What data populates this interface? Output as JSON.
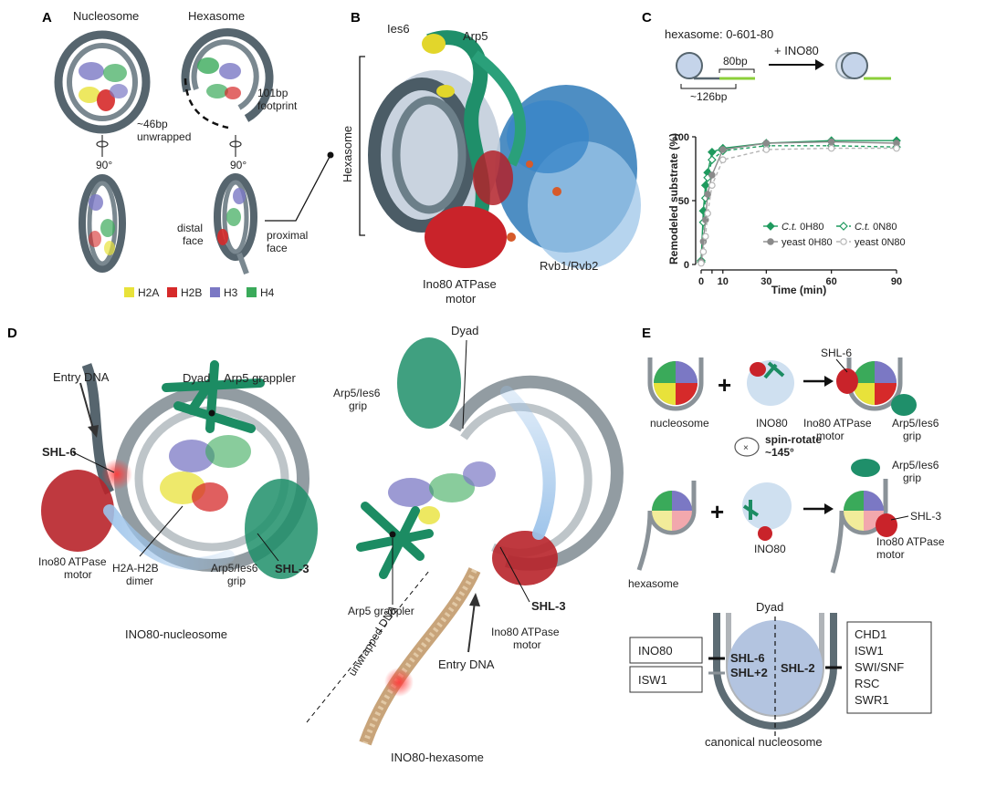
{
  "panels": {
    "A": "A",
    "B": "B",
    "C": "C",
    "D": "D",
    "E": "E"
  },
  "panel_a": {
    "nucleosome": "Nucleosome",
    "hexasome": "Hexasome",
    "rot_left": "90°",
    "rot_right": "90°",
    "unwrapped": [
      "~46bp",
      "unwrapped"
    ],
    "footprint": [
      "101bp",
      "footprint"
    ],
    "distal": [
      "distal",
      "face"
    ],
    "proximal": [
      "proximal",
      "face"
    ],
    "legend": [
      {
        "label": "H2A",
        "color": "#e8e23a"
      },
      {
        "label": "H2B",
        "color": "#d62a2a"
      },
      {
        "label": "H3",
        "color": "#7b78c4"
      },
      {
        "label": "H4",
        "color": "#3aaa5a"
      }
    ]
  },
  "panel_b": {
    "ies6": "Ies6",
    "arp5": "Arp5",
    "hexasome": "Hexasome",
    "motor": [
      "Ino80 ATPase",
      "motor"
    ],
    "rvb": "Rvb1/Rvb2"
  },
  "panel_c": {
    "title": "hexasome: 0-601-80",
    "bp80": "80bp",
    "bp126": "~126bp",
    "ino80": "+ INO80",
    "colors": {
      "ct": "#1f9a5e",
      "yeast": "#8a8a8a",
      "yeast_light": "#b4b4b4"
    }
  },
  "chart_data": {
    "type": "scatter",
    "xlabel": "Time (min)",
    "ylabel": "Remodeled substrate (%)",
    "xlim": [
      0,
      90
    ],
    "ylim": [
      0,
      100
    ],
    "xticks": [
      0,
      5,
      10,
      30,
      60,
      90
    ],
    "yticks": [
      0,
      50,
      100
    ],
    "legend_position": "bottom-right",
    "series": [
      {
        "name": "C.t. 0H80",
        "name_italic": "C.t.",
        "name_rest": " 0H80",
        "color": "#1f9a5e",
        "marker": "filled-diamond",
        "line": "solid",
        "x": [
          0,
          1,
          2,
          3,
          5,
          10,
          30,
          60,
          90
        ],
        "y": [
          3,
          42,
          62,
          72,
          88,
          91,
          95,
          97,
          97
        ]
      },
      {
        "name": "C.t. 0N80",
        "name_italic": "C.t.",
        "name_rest": " 0N80",
        "color": "#1f9a5e",
        "marker": "open-diamond",
        "line": "dashed",
        "x": [
          0,
          1,
          2,
          3,
          5,
          10,
          30,
          60,
          90
        ],
        "y": [
          2,
          33,
          52,
          68,
          82,
          89,
          93,
          93,
          92
        ]
      },
      {
        "name": "yeast 0H80",
        "name_italic": "",
        "name_rest": "yeast 0H80",
        "color": "#8a8a8a",
        "marker": "filled-circle",
        "line": "solid",
        "x": [
          0,
          1,
          2,
          3,
          5,
          10,
          30,
          60,
          90
        ],
        "y": [
          2,
          18,
          35,
          55,
          70,
          90,
          95,
          96,
          95
        ]
      },
      {
        "name": "yeast 0N80",
        "name_italic": "",
        "name_rest": "yeast 0N80",
        "color": "#b4b4b4",
        "marker": "open-circle",
        "line": "dashed",
        "x": [
          0,
          1,
          2,
          3,
          5,
          10,
          30,
          60,
          90
        ],
        "y": [
          1,
          10,
          22,
          40,
          62,
          82,
          90,
          91,
          91
        ]
      }
    ]
  },
  "panel_d": {
    "entry_dna": "Entry DNA",
    "dyad": "Dyad",
    "arp5_grappler": "Arp5 grappler",
    "shl6": "SHL-6",
    "motor": [
      "Ino80 ATPase",
      "motor"
    ],
    "h2a_h2b": [
      "H2A-H2B",
      "dimer"
    ],
    "grip": [
      "Arp5/Ies6",
      "grip"
    ],
    "shl3": "SHL-3",
    "caption_left": "INO80-nucleosome",
    "dyad2": "Dyad",
    "grip2": [
      "Arp5/Ies6",
      "grip"
    ],
    "arp5_grappler2": "Arp5 grappler",
    "shl3b": "SHL-3",
    "motor2": [
      "Ino80 ATPase",
      "motor"
    ],
    "unwrapped": "unwrapped DNA",
    "entry2": "Entry DNA",
    "caption_right": "INO80-hexasome"
  },
  "panel_e": {
    "nucleosome": "nucleosome",
    "ino80": "INO80",
    "shl6": "SHL-6",
    "motor": [
      "Ino80 ATPase",
      "motor"
    ],
    "grip": [
      "Arp5/Ies6",
      "grip"
    ],
    "spin": [
      "spin-rotate",
      "~145°"
    ],
    "hexasome": "hexasome",
    "ino80b": "INO80",
    "grip2": [
      "Arp5/Ies6",
      "grip"
    ],
    "shl3": "SHL-3",
    "motor2": [
      "Ino80 ATPase",
      "motor"
    ],
    "dyad": "Dyad",
    "left_boxes": [
      "INO80",
      "ISW1"
    ],
    "shl_left": [
      "SHL-6",
      "SHL+2"
    ],
    "shl_right": "SHL-2",
    "right_box": [
      "CHD1",
      "ISW1",
      "SWI/SNF",
      "RSC",
      "SWR1"
    ],
    "canonical": "canonical nucleosome"
  }
}
